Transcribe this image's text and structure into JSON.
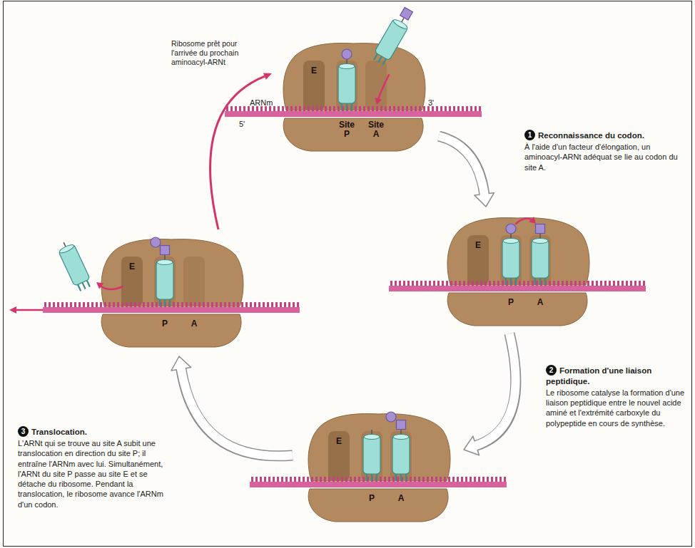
{
  "diagram": {
    "nodes": [
      {
        "text": [
          "E",
          "Site P",
          "Site A"
        ]
      },
      {
        "text": [
          "E",
          "P",
          "A"
        ]
      },
      {
        "text": [
          "E",
          "P",
          "A"
        ]
      },
      {
        "text": [
          "E",
          "P",
          "A"
        ]
      }
    ],
    "edges": [
      {
        "from": 0,
        "to": 1,
        "arrow": "to"
      },
      {
        "from": 1,
        "to": 2,
        "arrow": "to"
      },
      {
        "from": 2,
        "to": 3,
        "arrow": "to"
      },
      {
        "from": 3,
        "to": 0,
        "arrow": "to",
        "label": "Ribosome prêt pour l'arrivée du prochain aminoacyl-ARNt"
      }
    ],
    "labels": [
      "ARNm",
      "3'",
      "5'",
      "1",
      "Reconnaissance du codon.",
      "À l'aide d'un facteur d'élongation, un aminoacyl-ARNt adéquat se lie au codon du site A.",
      "2",
      "Formation d'une liaison peptidique.",
      "Le ribosome catalyse la formation d'une liaison peptidique entre le nouvel acide aminé et l'extrémité carboxyle du polypeptide en cours de synthèse.",
      "3",
      "Translocation.",
      "L'ARNt qui se trouve au site A subit une translocation en direction du site P; il entraîne l'ARNm avec lui. Simultanément, l'ARNt du site P passe au site E et se détache du ribosome. Pendant la translocation, le ribosome avance l'ARNm d'un codon."
    ]
  }
}
